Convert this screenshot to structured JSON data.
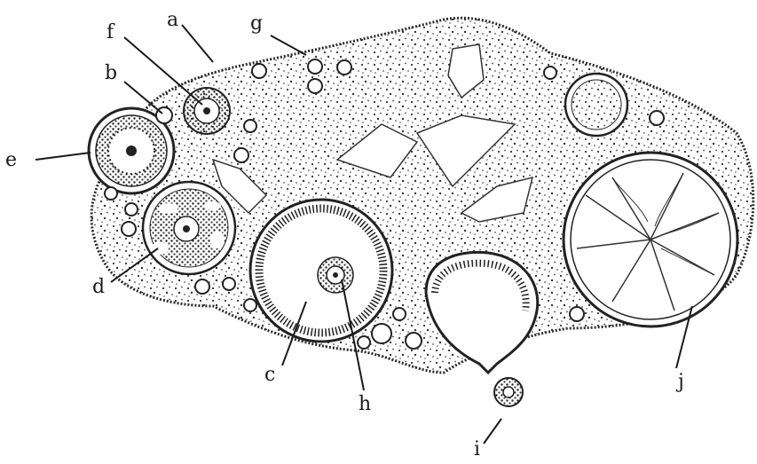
{
  "figure": {
    "labels": {
      "a": "a",
      "b": "b",
      "c": "c",
      "d": "d",
      "e": "e",
      "f": "f",
      "g": "g",
      "h": "h",
      "i": "i",
      "j": "j"
    }
  },
  "colors": {
    "ink": "#1a1a1a",
    "stroma": "#3a3a3a",
    "background": "#ffffff"
  }
}
